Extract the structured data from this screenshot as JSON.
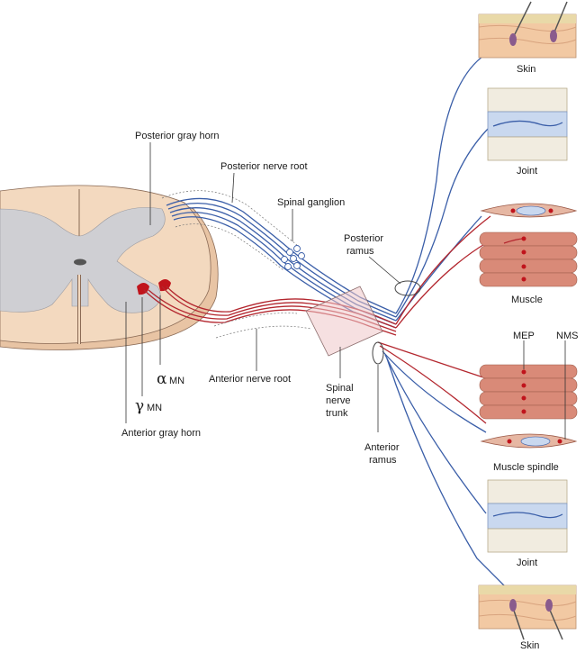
{
  "labels": {
    "posterior_gray_horn": "Posterior gray horn",
    "posterior_nerve_root": "Posterior nerve root",
    "spinal_ganglion": "Spinal ganglion",
    "posterior_ramus_1": "Posterior",
    "posterior_ramus_2": "ramus",
    "anterior_nerve_root": "Anterior nerve root",
    "spinal_nerve_trunk_1": "Spinal",
    "spinal_nerve_trunk_2": "nerve",
    "spinal_nerve_trunk_3": "trunk",
    "anterior_ramus_1": "Anterior",
    "anterior_ramus_2": "ramus",
    "anterior_gray_horn": "Anterior gray horn",
    "alpha_symbol": "α",
    "alpha_mn": "MN",
    "gamma_symbol": "γ",
    "gamma_mn": "MN",
    "skin_top": "Skin",
    "joint_top": "Joint",
    "muscle": "Muscle",
    "mep": "MEP",
    "nms": "NMS",
    "muscle_spindle": "Muscle spindle",
    "joint_bottom": "Joint",
    "skin_bottom": "Skin"
  },
  "colors": {
    "sensory_nerve": "#3a5ea8",
    "motor_nerve": "#b3262e",
    "cord_white_matter": "#f3d9bf",
    "cord_gray_matter": "#cfcfd3",
    "muscle": "#d98a78",
    "joint_cartilage": "#c9d8ef",
    "skin": "#f2c9a3"
  }
}
